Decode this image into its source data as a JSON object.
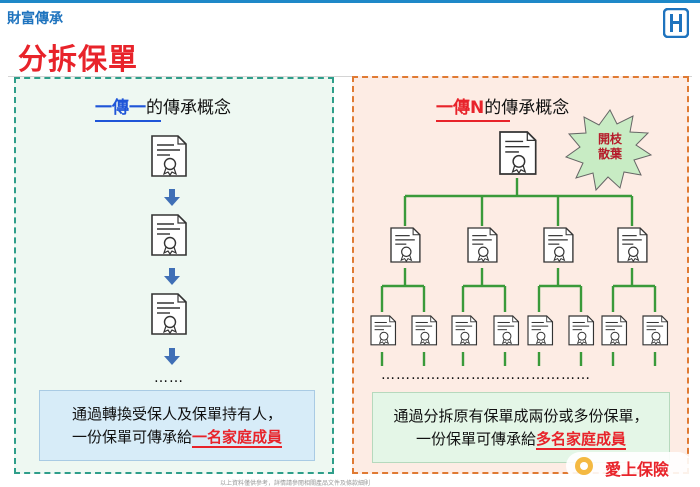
{
  "header": {
    "breadcrumb": "財富傳承",
    "title": "分拆保單",
    "accent_color": "#1e88c8",
    "title_color": "#e8232a"
  },
  "left_panel": {
    "heading_highlight": "一傳一",
    "heading_rest": "的傳承概念",
    "ellipsis": "……",
    "description_line1": "通過轉換受保人及保單持有人，",
    "description_line2_prefix": "一份保單可傳承給",
    "description_line2_emphasis": "一名家庭成員",
    "border_color": "#2e9e8a"
  },
  "right_panel": {
    "heading_highlight": "一傳N",
    "heading_rest": "的傳承概念",
    "badge_line1": "開枝",
    "badge_line2": "散葉",
    "ellipsis": "……………………………………",
    "description_line1": "通過分拆原有保單成兩份或多份保單，",
    "description_line2_prefix": "一份保單可傳承給",
    "description_line2_emphasis": "多名家庭成員",
    "border_color": "#e07a33"
  },
  "icons": {
    "document": "certificate-document-icon",
    "arrow": "arrow-down-icon",
    "badge": "starburst-badge-icon",
    "logo": "brand-logo-icon"
  },
  "footer": {
    "brand": "愛上保險",
    "note": "以上資料僅供參考，詳情請參閱相關產品文件及條款細則"
  }
}
